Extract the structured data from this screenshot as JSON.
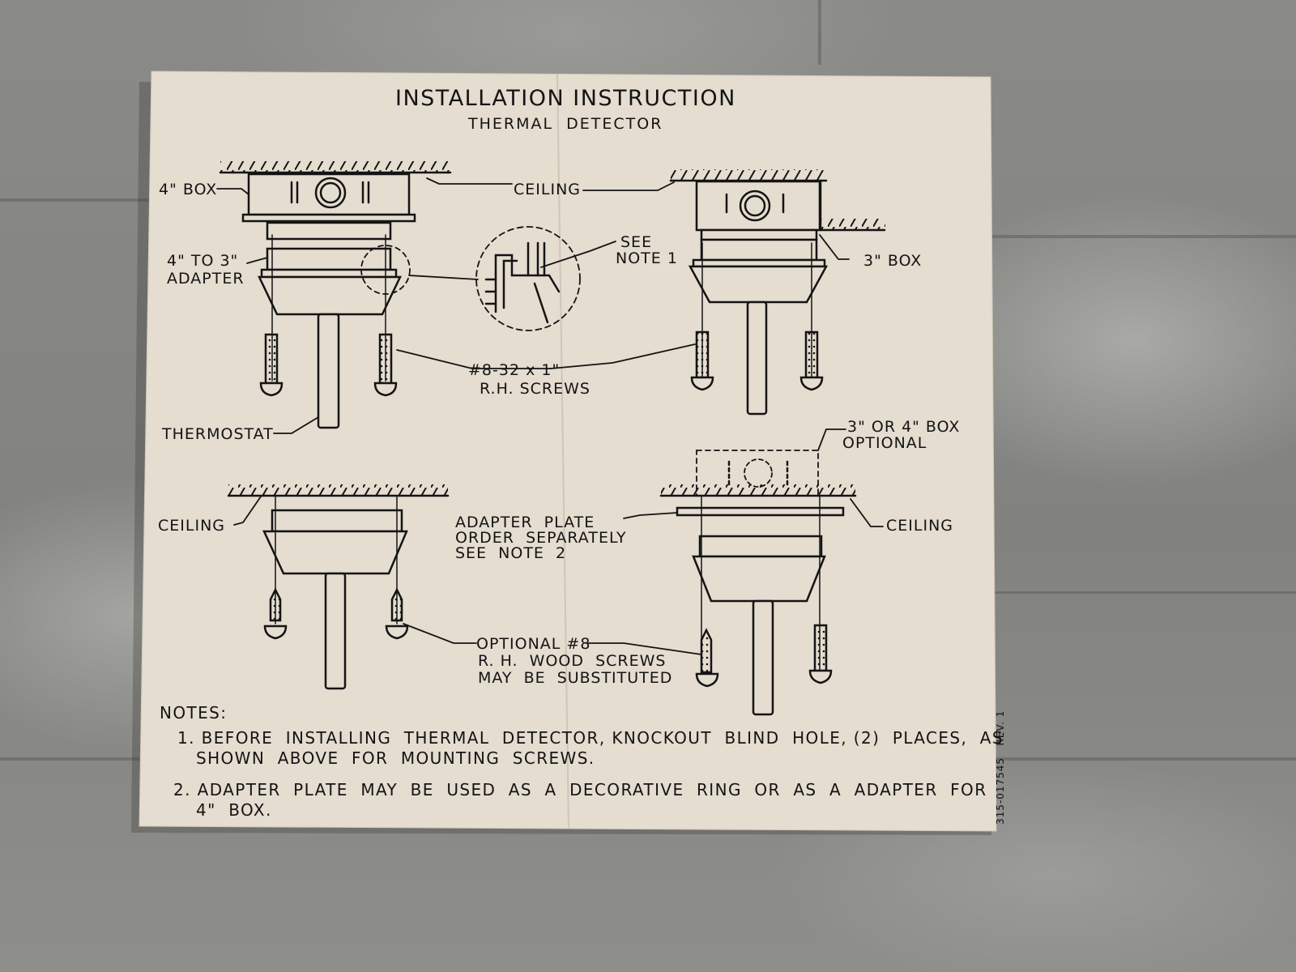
{
  "title": "INSTALLATION INSTRUCTION",
  "subtitle": "THERMAL  DETECTOR",
  "labels": {
    "box4": "4\" BOX",
    "ceiling_top": "CEILING",
    "adapter_line1": "4\" TO 3\"",
    "adapter_line2": "ADAPTER",
    "see_note_line1": "SEE",
    "see_note_line2": "NOTE 1",
    "box3": "3\" BOX",
    "screws_line1": "#8-32 x 1\"",
    "screws_line2": "R.H. SCREWS",
    "thermostat": "THERMOSTAT",
    "optional_box_line1": "3\" OR 4\" BOX",
    "optional_box_line2": "OPTIONAL",
    "ceiling_left": "CEILING",
    "ceiling_right": "CEILING",
    "adapter_plate_line1": "ADAPTER  PLATE",
    "adapter_plate_line2": "ORDER  SEPARATELY",
    "adapter_plate_line3": "SEE  NOTE  2",
    "wood_screws_line1": "OPTIONAL #8",
    "wood_screws_line2": "R. H.  WOOD  SCREWS",
    "wood_screws_line3": "MAY  BE  SUBSTITUTED"
  },
  "notes": {
    "heading": "NOTES:",
    "note1_line1": "1. BEFORE  INSTALLING  THERMAL  DETECTOR, KNOCKOUT  BLIND  HOLE, (2)  PLACES,  AS",
    "note1_line2": "SHOWN  ABOVE  FOR  MOUNTING  SCREWS.",
    "note2_line1": "2. ADAPTER  PLATE  MAY  BE  USED  AS  A  DECORATIVE  RING  OR  AS  A  ADAPTER  FOR",
    "note2_line2": "4\"  BOX."
  },
  "part_number": "315-017545   REV. 1",
  "colors": {
    "paper": "#e4ddd0",
    "ink": "#141414",
    "wall": "#838381"
  }
}
